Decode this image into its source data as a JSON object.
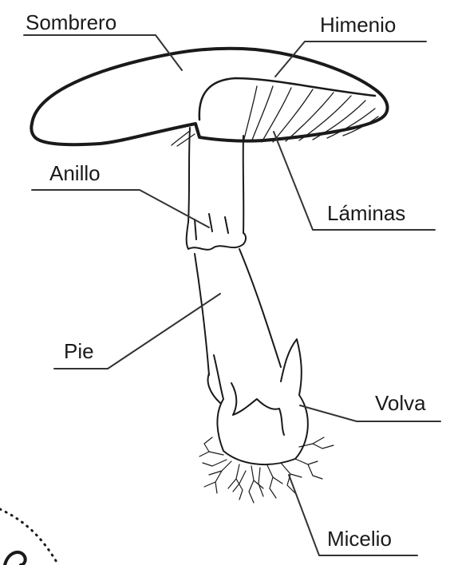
{
  "labels": {
    "sombrero": "Sombrero",
    "himenio": "Himenio",
    "anillo": "Anillo",
    "laminas": "Láminas",
    "pie": "Pie",
    "volva": "Volva",
    "micelio": "Micelio"
  },
  "colors": {
    "ink": "#1a1a1a",
    "background": "#ffffff"
  }
}
